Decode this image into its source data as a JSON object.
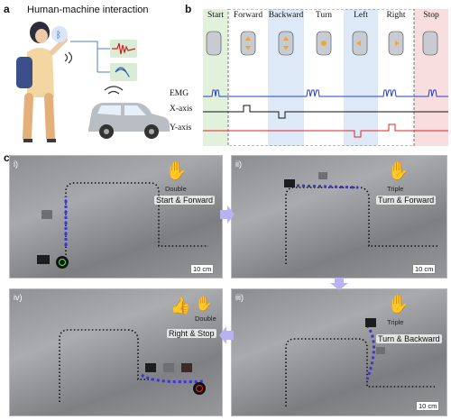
{
  "panel_a": {
    "letter": "a",
    "title": "Human-machine interaction"
  },
  "panel_b": {
    "letter": "b",
    "columns": [
      "Start",
      "Forward",
      "Backward",
      "Turn",
      "Left",
      "Right",
      "Stop"
    ],
    "signals": [
      "EMG",
      "X-axis",
      "Y-axis"
    ],
    "colors": {
      "start_bg": "#e2f1dc",
      "blue_bg": "#dde9f6",
      "stop_bg": "#f8dede",
      "emg": "#2a3fc4",
      "x_axis": "#111111",
      "y_axis": "#e02424"
    }
  },
  "panel_c": {
    "letter": "c",
    "photos": [
      {
        "roman": "i)",
        "gesture": "Double",
        "action": "Start & Forward",
        "scale": "10 cm"
      },
      {
        "roman": "ii)",
        "gesture": "Triple",
        "action": "Turn & Forward",
        "scale": "10 cm"
      },
      {
        "roman": "iii)",
        "gesture": "Triple",
        "action": "Turn & Backward",
        "scale": "10 cm"
      },
      {
        "roman": "iv)",
        "gesture": "Double",
        "action": "Right & Stop",
        "scale": "10 cm"
      }
    ],
    "arrow_color": "#b9b2f0"
  }
}
